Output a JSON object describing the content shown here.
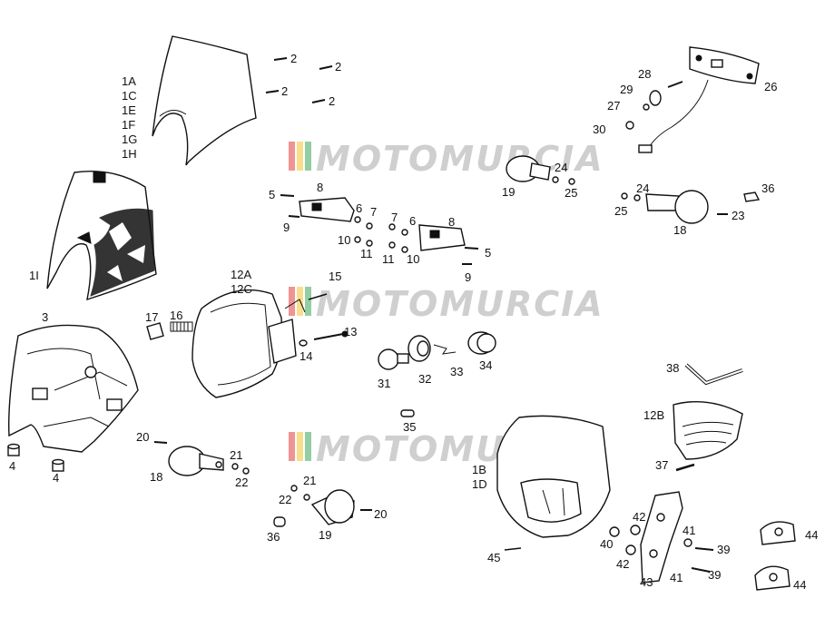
{
  "watermark": {
    "text": "MOTOMURCIA",
    "stripe_colors": [
      "#e23b3b",
      "#f2c230",
      "#3aa655"
    ]
  },
  "labels": {
    "l1A": "1A",
    "l1C": "1C",
    "l1E": "1E",
    "l1F": "1F",
    "l1G": "1G",
    "l1H": "1H",
    "l1I": "1I",
    "l2a": "2",
    "l2b": "2",
    "l2c": "2",
    "l2d": "2",
    "l3": "3",
    "l4a": "4",
    "l4b": "4",
    "l5a": "5",
    "l5b": "5",
    "l6a": "6",
    "l6b": "6",
    "l7a": "7",
    "l7b": "7",
    "l8a": "8",
    "l8b": "8",
    "l9a": "9",
    "l9b": "9",
    "l10a": "10",
    "l10b": "10",
    "l11a": "11",
    "l11b": "11",
    "l12A": "12A",
    "l12C": "12C",
    "l12B": "12B",
    "l13": "13",
    "l14": "14",
    "l15": "15",
    "l16": "16",
    "l17": "17",
    "l18a": "18",
    "l18b": "18",
    "l19a": "19",
    "l19b": "19",
    "l20a": "20",
    "l20b": "20",
    "l21a": "21",
    "l21b": "21",
    "l22a": "22",
    "l22b": "22",
    "l23": "23",
    "l24a": "24",
    "l24b": "24",
    "l25a": "25",
    "l25b": "25",
    "l26": "26",
    "l27": "27",
    "l28": "28",
    "l29": "29",
    "l30": "30",
    "l31": "31",
    "l32": "32",
    "l33": "33",
    "l34": "34",
    "l35": "35",
    "l36a": "36",
    "l36b": "36",
    "l37": "37",
    "l38": "38",
    "l39a": "39",
    "l39b": "39",
    "l40": "40",
    "l41a": "41",
    "l41b": "41",
    "l42a": "42",
    "l42b": "42",
    "l43": "43",
    "l44a": "44",
    "l44b": "44",
    "l45": "45",
    "l1B": "1B",
    "l1D": "1D"
  }
}
